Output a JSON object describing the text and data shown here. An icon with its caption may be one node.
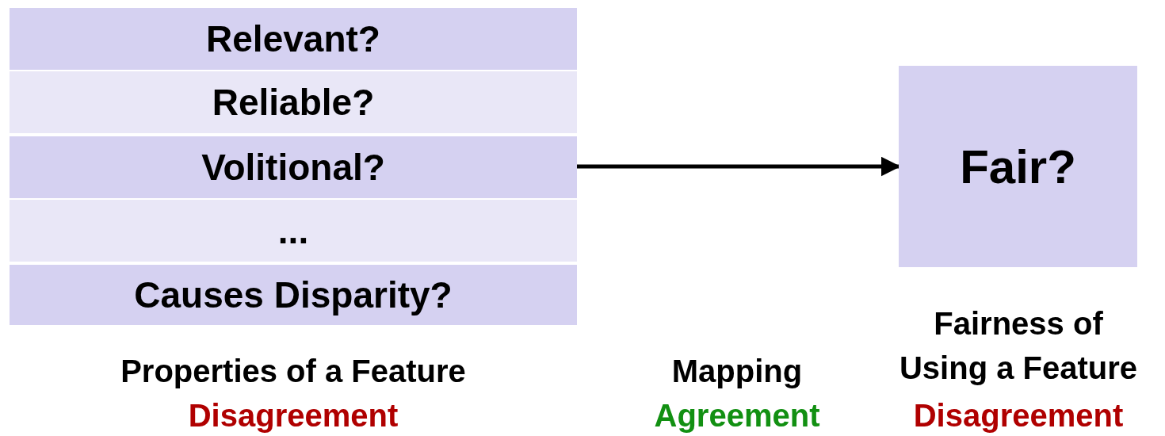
{
  "diagram": {
    "nodes": [
      {
        "text": [],
        "shape": "box",
        "beside": [
          "Properties of a Feature",
          "Disagreement"
        ]
      },
      {
        "text": [
          "Relevant?"
        ],
        "in": 0
      },
      {
        "text": [
          "Reliable?"
        ],
        "in": 0
      },
      {
        "text": [
          "Volitional?"
        ],
        "in": 0
      },
      {
        "text": [
          "..."
        ],
        "in": 0
      },
      {
        "text": [
          "Causes Disparity?"
        ],
        "in": 0
      },
      {
        "text": [
          "Fair?"
        ],
        "beside": [
          "Fairness of Using a Feature",
          "Disagreement"
        ]
      }
    ],
    "edges": [
      {
        "from": 0,
        "to": 6,
        "arrow": "to"
      }
    ],
    "labels": [
      "Mapping",
      "Agreement"
    ]
  }
}
